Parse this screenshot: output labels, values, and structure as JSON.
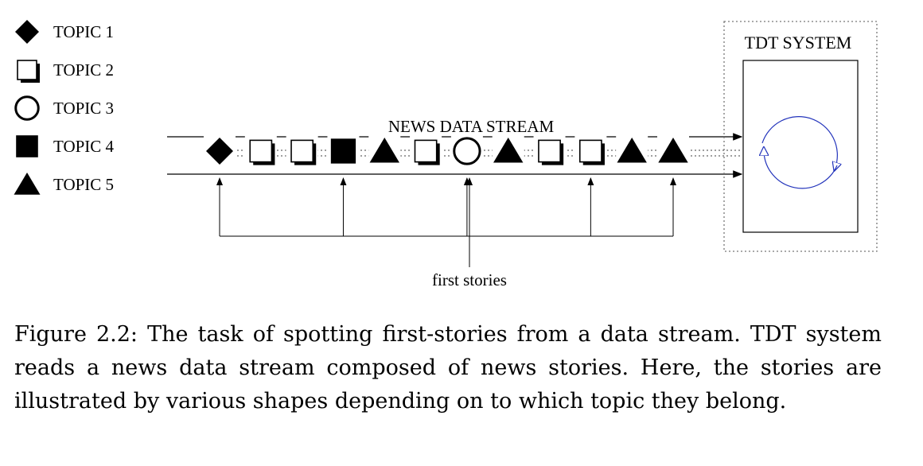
{
  "legend": [
    {
      "shape": "diamond",
      "label": "TOPIC 1"
    },
    {
      "shape": "shadow-square",
      "label": "TOPIC 2"
    },
    {
      "shape": "circle",
      "label": "TOPIC 3"
    },
    {
      "shape": "filled-square",
      "label": "TOPIC 4"
    },
    {
      "shape": "triangle",
      "label": "TOPIC 5"
    }
  ],
  "stream": {
    "label": "NEWS DATA STREAM",
    "stories": [
      "diamond",
      "shadow-square",
      "shadow-square",
      "filled-square",
      "triangle",
      "shadow-square",
      "circle",
      "triangle",
      "shadow-square",
      "shadow-square",
      "triangle",
      "triangle"
    ],
    "first_story_indices": [
      0,
      3,
      6,
      9,
      11
    ]
  },
  "system": {
    "title": "TDT SYSTEM",
    "cycle_color": "#2233bb"
  },
  "first_stories_label": "first stories",
  "caption": "Figure 2.2: The task of spotting first-stories from a data stream. TDT system reads a news data stream composed of news stories. Here, the stories are illustrated by various shapes depending on to which topic they belong."
}
